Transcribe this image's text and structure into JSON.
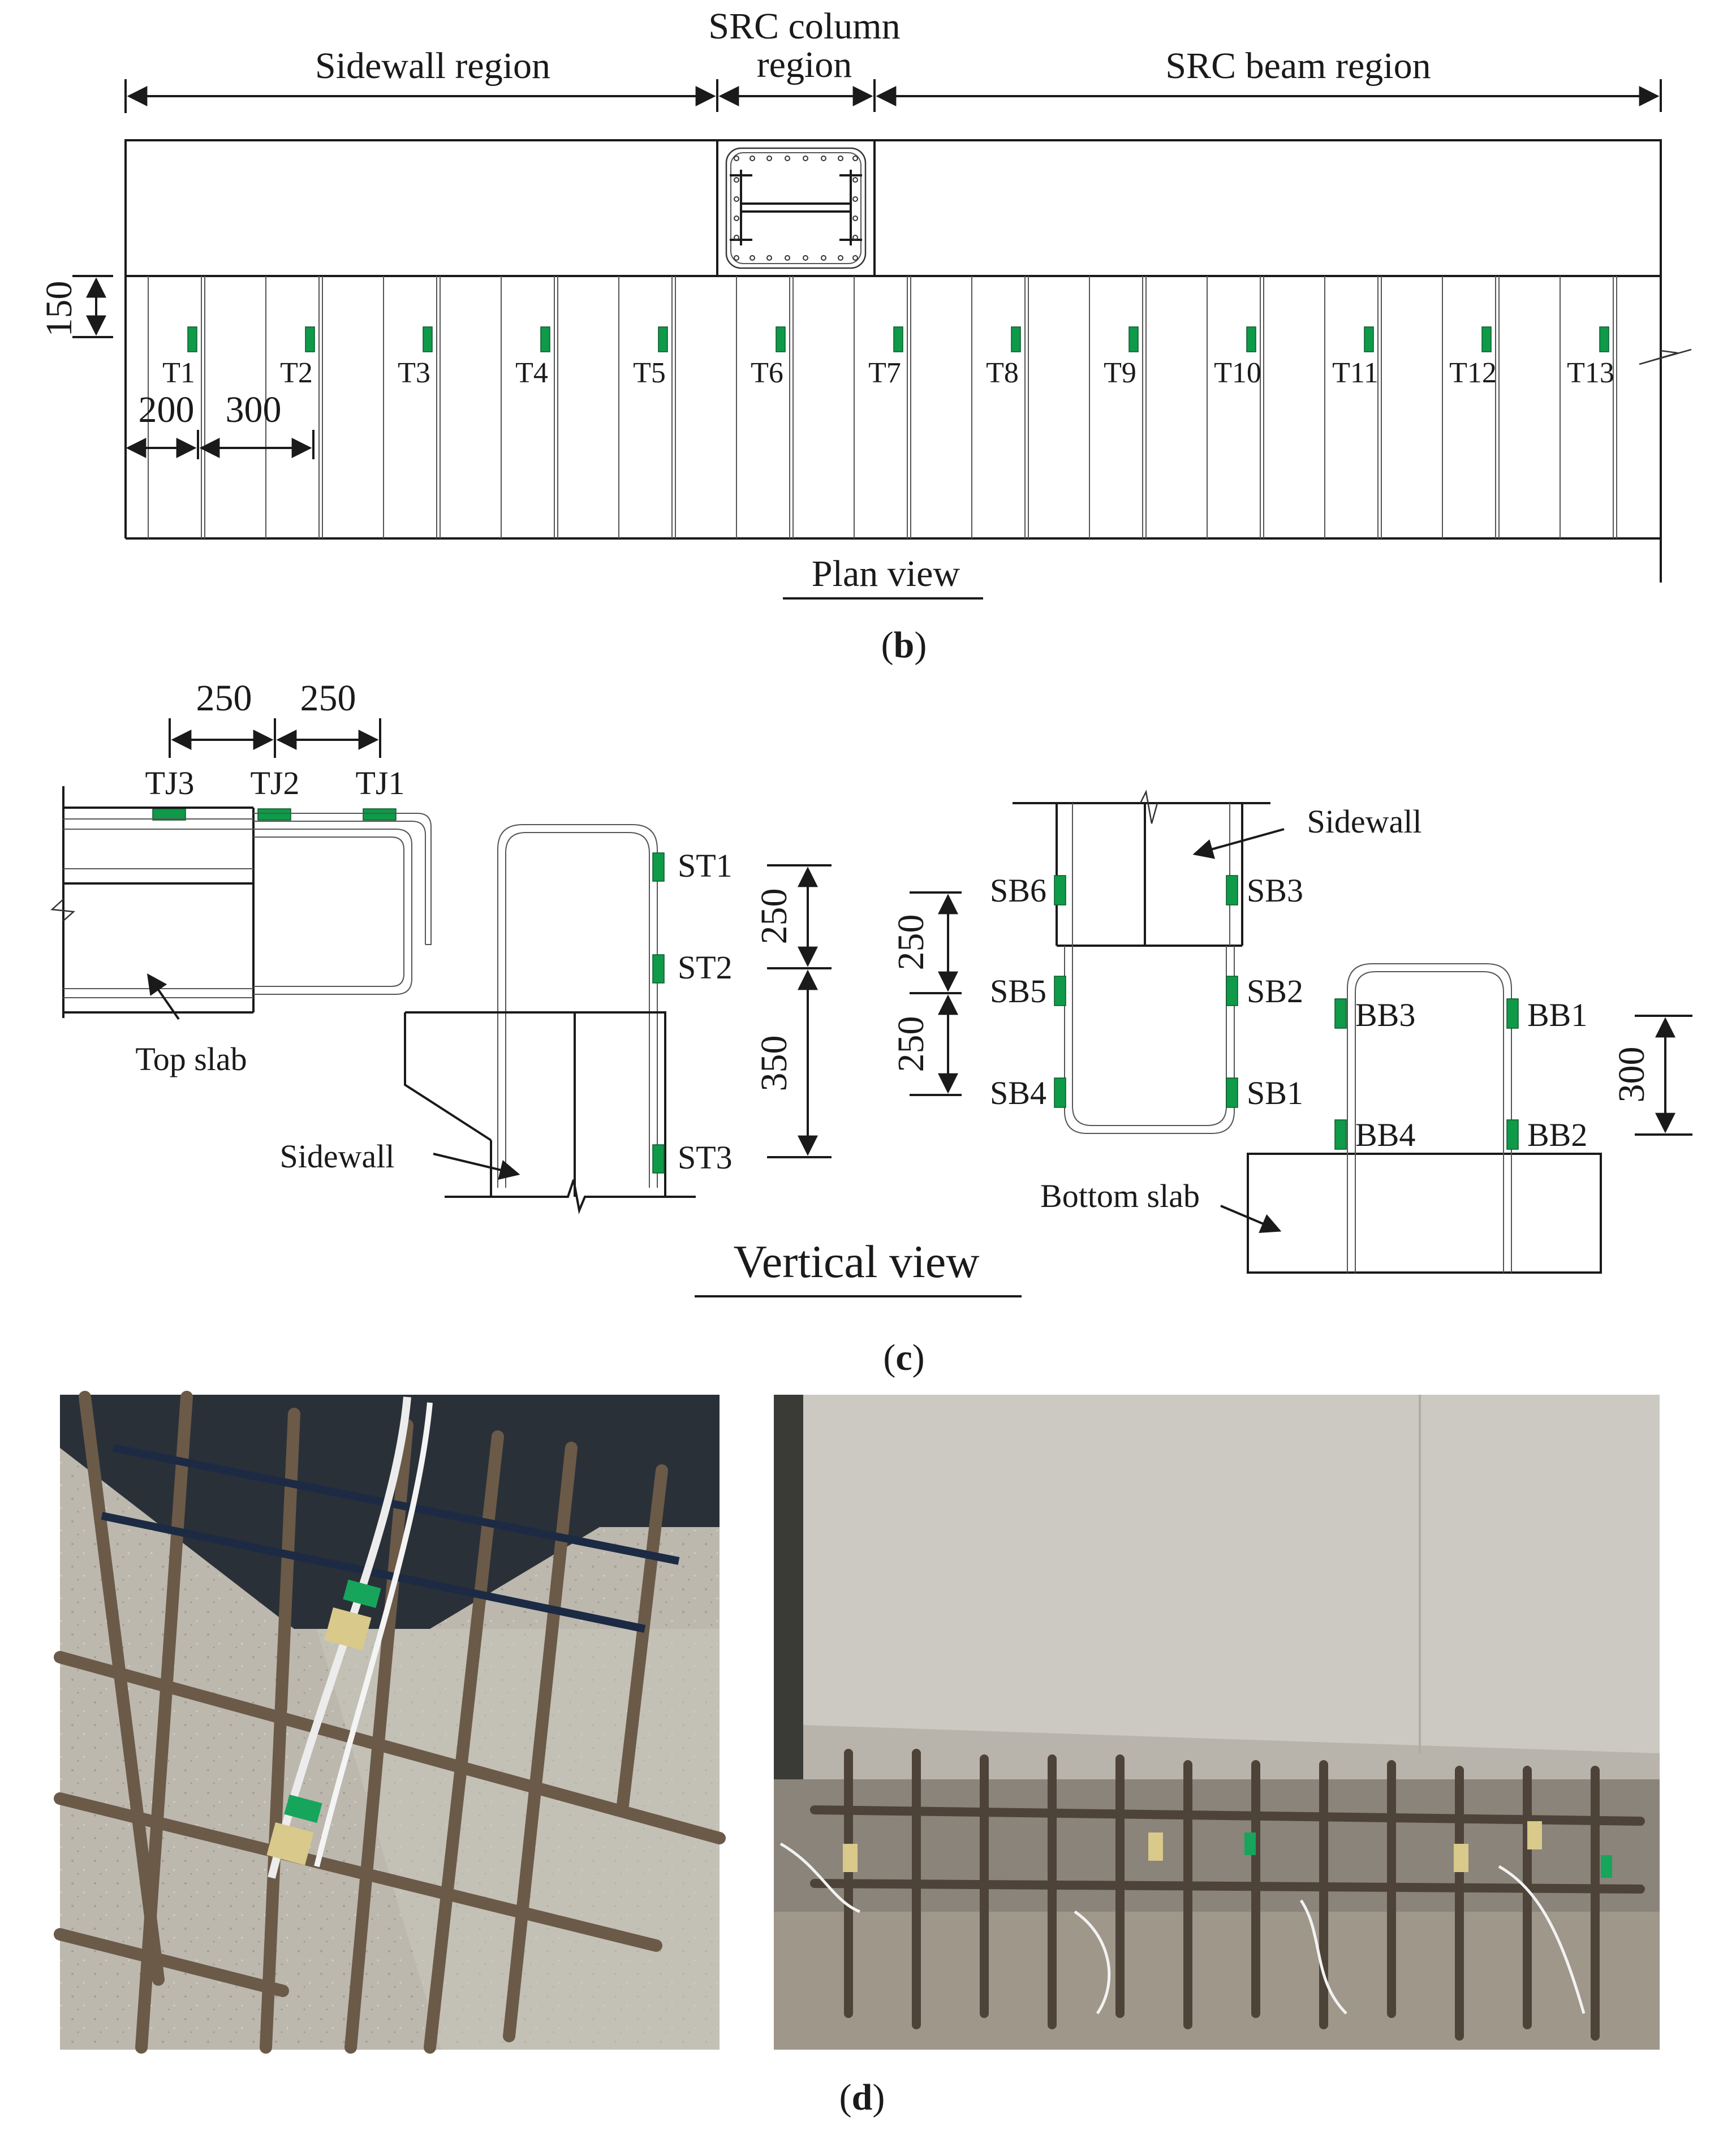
{
  "plan": {
    "region_sidewall": "Sidewall region",
    "region_column_line1": "SRC column",
    "region_column_line2": "region",
    "region_beam": "SRC beam region",
    "dim_150": "150",
    "dim_200": "200",
    "dim_300": "300",
    "gauges": [
      "T1",
      "T2",
      "T3",
      "T4",
      "T5",
      "T6",
      "T7",
      "T8",
      "T9",
      "T10",
      "T11",
      "T12",
      "T13"
    ],
    "view_title": "Plan view",
    "caption_letter": "b"
  },
  "vertical": {
    "dim_250_a": "250",
    "dim_250_b": "250",
    "top_gauges": [
      "TJ3",
      "TJ2",
      "TJ1"
    ],
    "top_slab": "Top slab",
    "sidewall_left": "Sidewall",
    "st_gauges": [
      "ST1",
      "ST2",
      "ST3"
    ],
    "dim_st_250": "250",
    "dim_st_350": "350",
    "sb_left": [
      "SB6",
      "SB5",
      "SB4"
    ],
    "sb_right": [
      "SB3",
      "SB2",
      "SB1"
    ],
    "sidewall_right": "Sidewall",
    "dim_sb_250_a": "250",
    "dim_sb_250_b": "250",
    "bb_gauges": [
      "BB3",
      "BB1",
      "BB4",
      "BB2"
    ],
    "dim_bb_300": "300",
    "bottom_slab": "Bottom slab",
    "view_title": "Vertical view",
    "caption_letter": "c"
  },
  "photos": {
    "caption_letter": "d"
  },
  "colors": {
    "gauge": "#0e9a48",
    "line": "#1a1a1a"
  }
}
